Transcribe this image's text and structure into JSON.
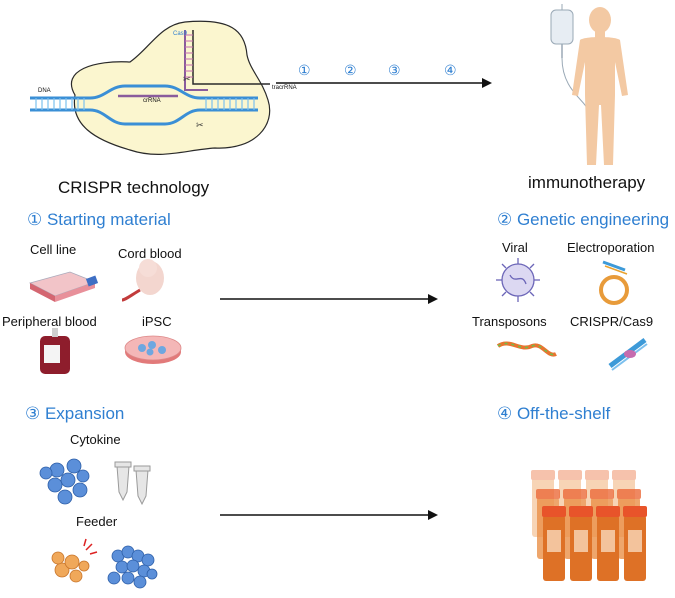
{
  "top": {
    "crispr_title": "CRISPR technology",
    "immuno_title": "immunotherapy",
    "step_markers": [
      "①",
      "②",
      "③",
      "④"
    ],
    "diagram_labels": {
      "dna": "DNA",
      "cas9": "Cas9",
      "crrna": "crRNA",
      "tracrrna": "tracrRNA"
    }
  },
  "sections": {
    "starting_material": {
      "title": "① Starting material",
      "items": [
        "Cell line",
        "Cord blood",
        "Peripheral blood",
        "iPSC"
      ]
    },
    "genetic_engineering": {
      "title": "② Genetic engineering",
      "items": [
        "Viral",
        "Electroporation",
        "Transposons",
        "CRISPR/Cas9"
      ]
    },
    "expansion": {
      "title": "③  Expansion",
      "items": [
        "Cytokine",
        "Feeder"
      ]
    },
    "off_the_shelf": {
      "title": "④ Off-the-shelf"
    }
  },
  "colors": {
    "accent_blue": "#2f7fd1",
    "dna_blue": "#3a8fd6",
    "cell_blue": "#5b8fd9",
    "orange": "#e8742f"
  }
}
